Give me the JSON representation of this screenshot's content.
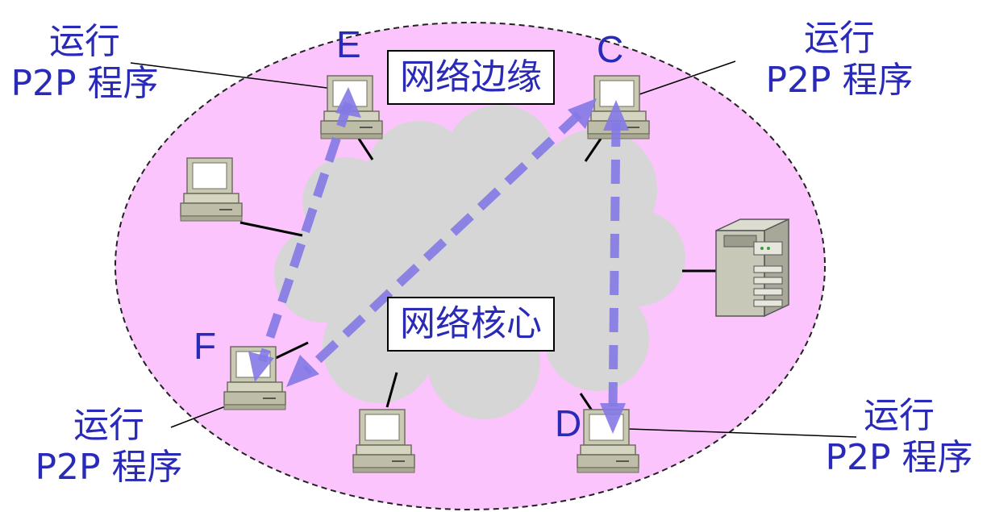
{
  "edge_label": "网络边缘",
  "core_label": "网络核心",
  "nodes": {
    "E": "E",
    "C": "C",
    "F": "F",
    "D": "D"
  },
  "annotations": {
    "top_left": {
      "line1": "运行",
      "line2": "P2P 程序"
    },
    "top_right": {
      "line1": "运行",
      "line2": "P2P 程序"
    },
    "bottom_left": {
      "line1": "运行",
      "line2": "P2P 程序"
    },
    "bottom_right": {
      "line1": "运行",
      "line2": "P2P 程序"
    }
  },
  "colors": {
    "edge_fill": "#fcc4fc",
    "cloud_fill": "#d6d6d6",
    "arrow": "#8479e6",
    "text": "#2a2ab8"
  }
}
